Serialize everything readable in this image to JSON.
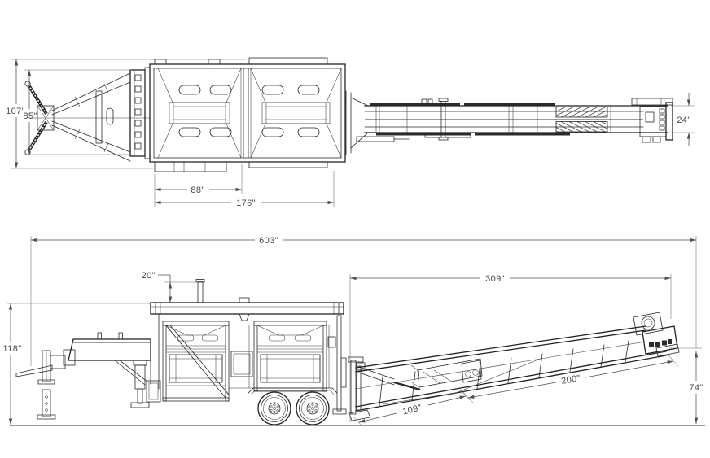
{
  "drawing": {
    "description": "Two-view dimensioned drawing of gooseneck trailer with dual hoppers and inclined discharge conveyor",
    "colors": {
      "line": "#222222",
      "dim_line": "#4f4f4f",
      "text": "#474747",
      "background": "#ffffff"
    },
    "top_view": {
      "dims": {
        "overall_width": "107\"",
        "frame_width": "85\"",
        "conveyor_width": "24\"",
        "hopper_bay_width": "88\"",
        "hopper_total_length": "176\""
      }
    },
    "side_view": {
      "dims": {
        "overall_length": "603\"",
        "post_height": "20\"",
        "conveyor_assembly_length": "309\"",
        "overall_height": "118\"",
        "conveyor_lower_section": "109\"",
        "conveyor_upper_section": "200\"",
        "discharge_height": "74\""
      }
    }
  }
}
